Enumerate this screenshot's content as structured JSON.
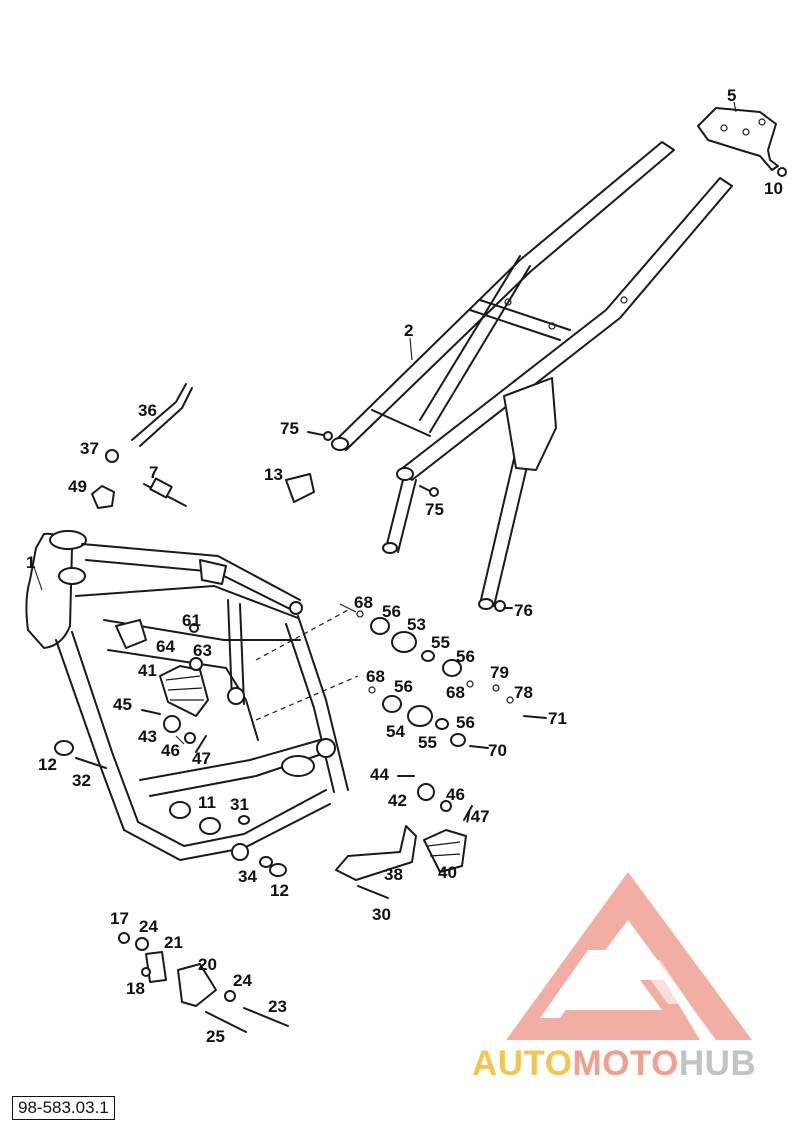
{
  "diagram_id": "98-583.03.1",
  "watermark": {
    "part1": "AUTO",
    "part2": "MOTO",
    "part3": "HUB"
  },
  "callouts": [
    "1",
    "2",
    "5",
    "10",
    "36",
    "37",
    "49",
    "7",
    "13",
    "75",
    "75",
    "76",
    "61",
    "64",
    "63",
    "41",
    "45",
    "43",
    "46",
    "47",
    "12",
    "32",
    "11",
    "31",
    "34",
    "12",
    "68",
    "56",
    "53",
    "55",
    "56",
    "68",
    "79",
    "68",
    "56",
    "78",
    "71",
    "54",
    "55",
    "56",
    "70",
    "44",
    "42",
    "46",
    "/47",
    "38",
    "40",
    "30",
    "17",
    "24",
    "21",
    "18",
    "20",
    "24",
    "23",
    "25"
  ]
}
